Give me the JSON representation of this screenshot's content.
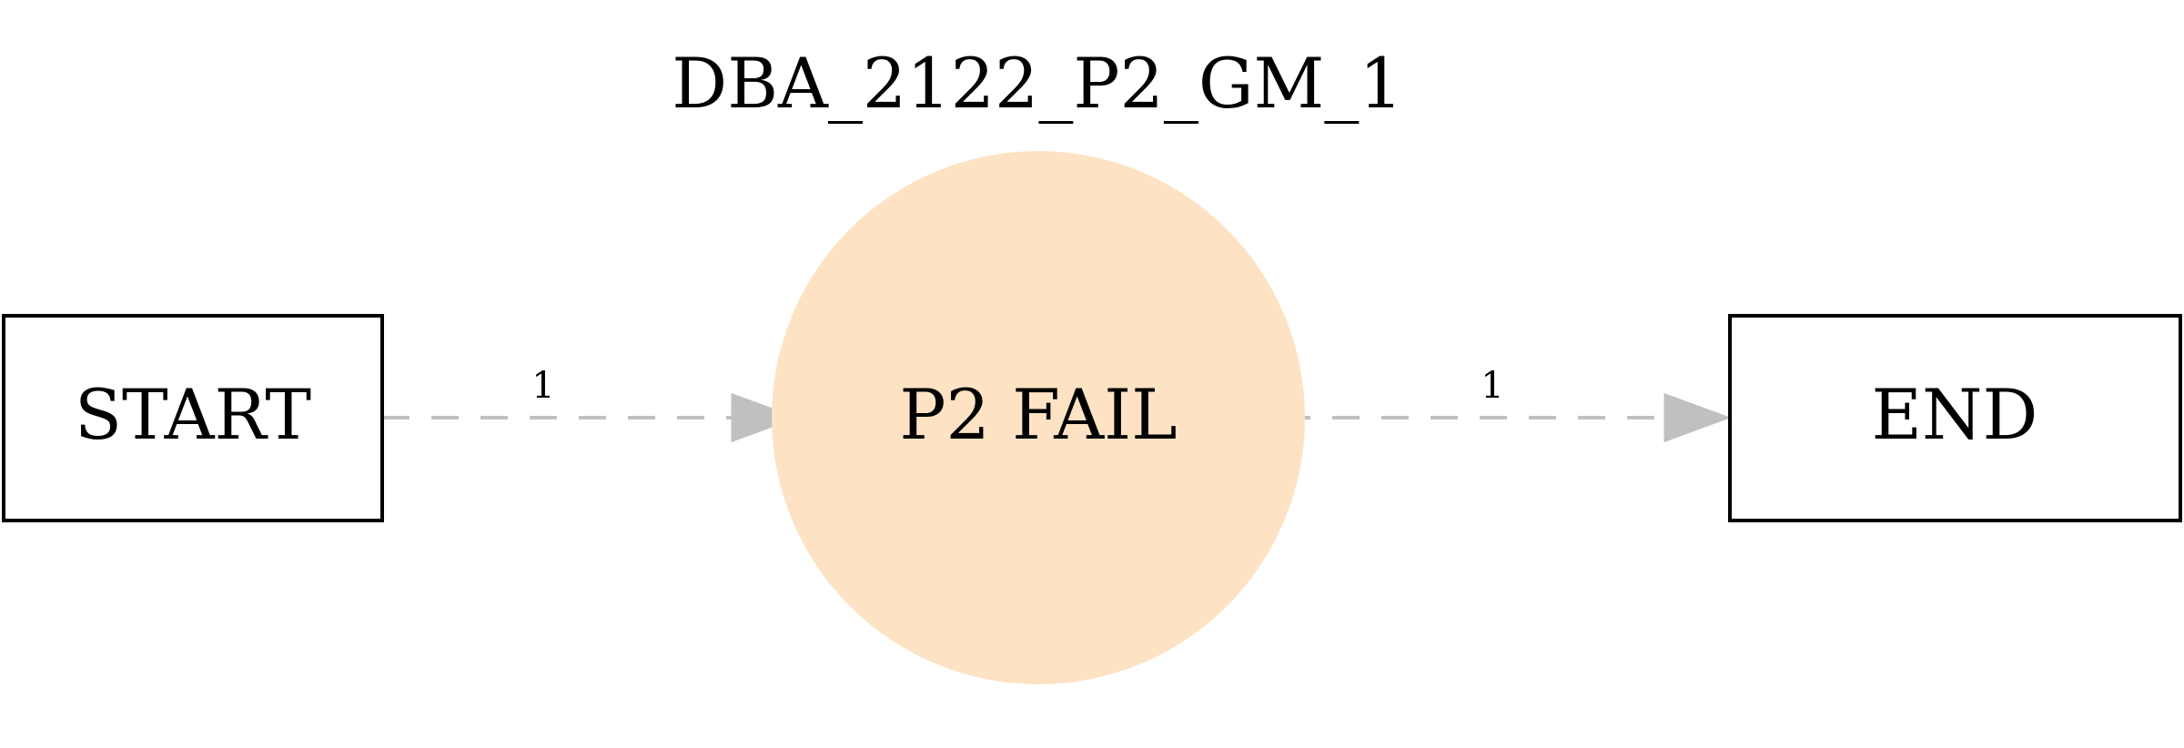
{
  "diagram": {
    "title": "DBA_2122_P2_GM_1",
    "nodes": {
      "start": {
        "label": "START",
        "shape": "box",
        "border_color": "#000000"
      },
      "p2_fail": {
        "label": "P2 FAIL",
        "shape": "circle",
        "fill_color": "#fde3c4"
      },
      "end": {
        "label": "END",
        "shape": "box",
        "border_color": "#000000"
      }
    },
    "edges": [
      {
        "from": "START",
        "to": "P2 FAIL",
        "label": "1",
        "style": "dashed",
        "color": "#c0c0c0"
      },
      {
        "from": "P2 FAIL",
        "to": "END",
        "label": "1",
        "style": "dashed",
        "color": "#c0c0c0"
      }
    ]
  }
}
